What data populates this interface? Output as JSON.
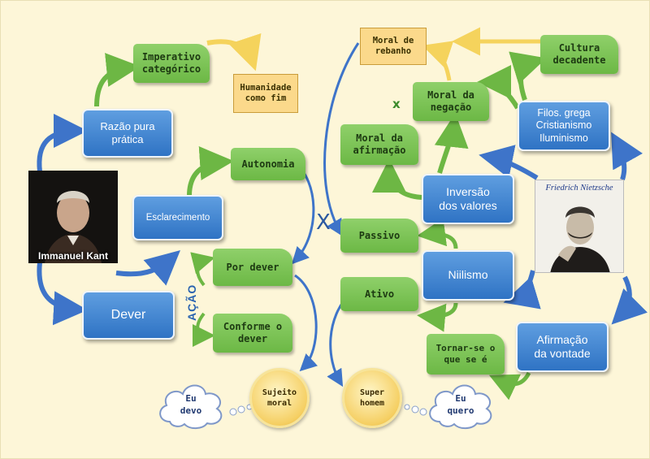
{
  "colors": {
    "blue_node": "#3b7fd0",
    "green_node": "#7ec456",
    "orange_note": "#fbd98b",
    "gold_circle": "#f5cf63",
    "arrow_blue": "#3e74c9",
    "arrow_green": "#6db744",
    "arrow_yellow": "#f5d35c",
    "background": "#fdf6d8"
  },
  "kant": {
    "portrait_label": "Immanuel Kant",
    "razao": "Razão pura\nprática",
    "imperativo": "Imperativo\ncategórico",
    "humanidade": "Humanidade\ncomo fim",
    "esclarecimento": "Esclarecimento",
    "autonomia": "Autonomia",
    "por_dever": "Por dever",
    "conforme": "Conforme o\ndever",
    "dever": "Dever",
    "acao": "AÇÃO",
    "sujeito": "Sujeito\nmoral",
    "cloud": "Eu\ndevo"
  },
  "center": {
    "x_mark": "X"
  },
  "nietzsche": {
    "portrait_label": "Friedrich Nietzsche",
    "moral_rebanho": "Moral de\nrebanho",
    "cultura": "Cultura\ndecadente",
    "moral_negacao": "Moral da\nnegação",
    "x_small": "x",
    "filos": "Filos. grega\nCristianismo\nIluminismo",
    "moral_afirmacao": "Moral da\nafirmação",
    "inversao": "Inversão\ndos valores",
    "passivo": "Passivo",
    "niilismo": "Niilismo",
    "ativo": "Ativo",
    "tornar": "Tornar-se o\nque se é",
    "afirmacao_vontade": "Afirmação\nda vontade",
    "super": "Super\nhomem",
    "cloud": "Eu\nquero"
  }
}
